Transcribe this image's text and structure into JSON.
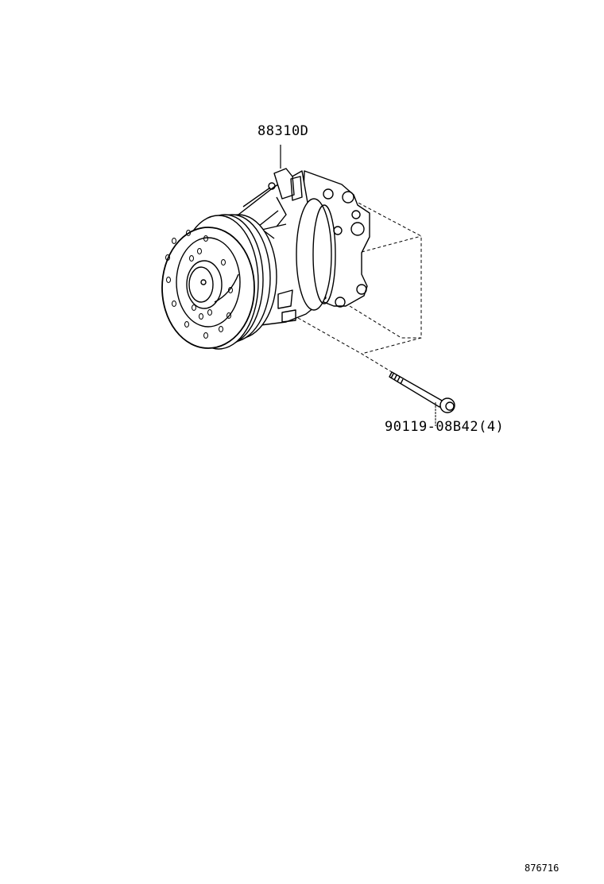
{
  "parts": [
    {
      "part_number": "88310D",
      "description_icon": "ac-compressor-icon"
    },
    {
      "part_number": "90119-08B42(4)",
      "description_icon": "bolt-icon"
    }
  ],
  "figure_number": "876716",
  "colors": {
    "line": "#000000",
    "background": "#ffffff"
  }
}
